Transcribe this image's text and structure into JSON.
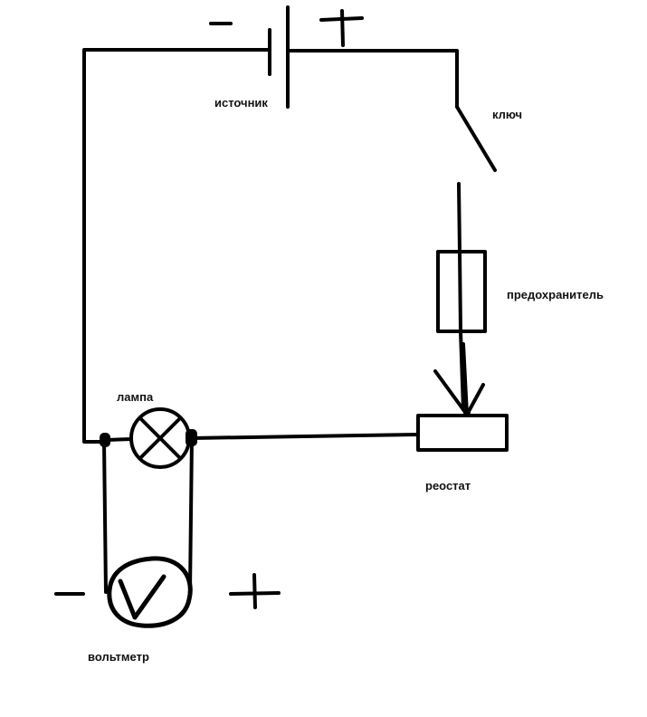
{
  "labels": {
    "source": "источник",
    "key": "ключ",
    "fuse": "предохранитель",
    "lamp": "лампа",
    "rheostat": "реостат",
    "voltmeter": "вольтметр"
  },
  "symbols": {
    "battery_minus": "−",
    "voltmeter_minus": "−",
    "voltmeter_letter": "V"
  },
  "colors": {
    "wire": "#000000",
    "background": "#ffffff"
  }
}
